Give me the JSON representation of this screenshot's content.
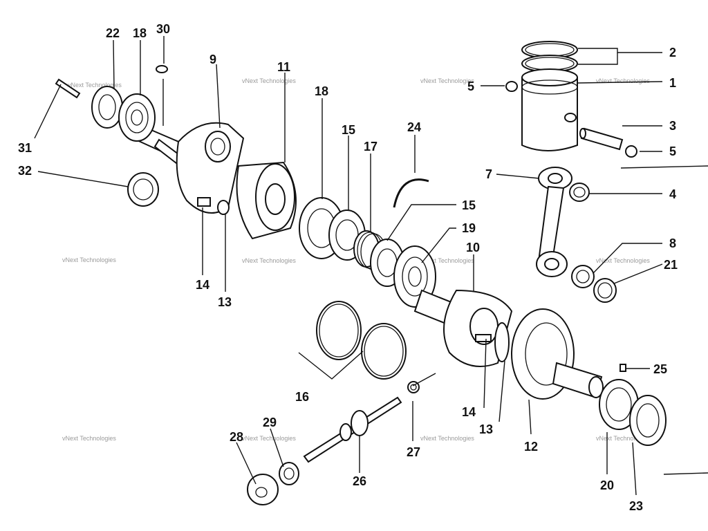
{
  "watermark": {
    "primary": "vNext Technologies",
    "ghost": "Technologies"
  },
  "parts": {
    "p1": "1",
    "p2": "2",
    "p3": "3",
    "p4": "4",
    "p5a": "5",
    "p5b": "5",
    "p7": "7",
    "p8": "8",
    "p9": "9",
    "p10": "10",
    "p11": "11",
    "p12": "12",
    "p13a": "13",
    "p13b": "13",
    "p14a": "14",
    "p14b": "14",
    "p15a": "15",
    "p15b": "15",
    "p16": "16",
    "p17": "17",
    "p18a": "18",
    "p18b": "18",
    "p19": "19",
    "p20": "20",
    "p21": "21",
    "p22": "22",
    "p23": "23",
    "p24": "24",
    "p25": "25",
    "p26": "26",
    "p27": "27",
    "p28": "28",
    "p29": "29",
    "p30": "30",
    "p31": "31",
    "p32": "32"
  },
  "colors": {
    "ink": "#111111",
    "paper": "#ffffff",
    "watermark": "#9a9a9a"
  },
  "icons": {
    "piston": "piston-icon",
    "crank": "crankshaft-icon",
    "bearing": "bearing-icon",
    "rod": "connecting-rod-icon"
  }
}
